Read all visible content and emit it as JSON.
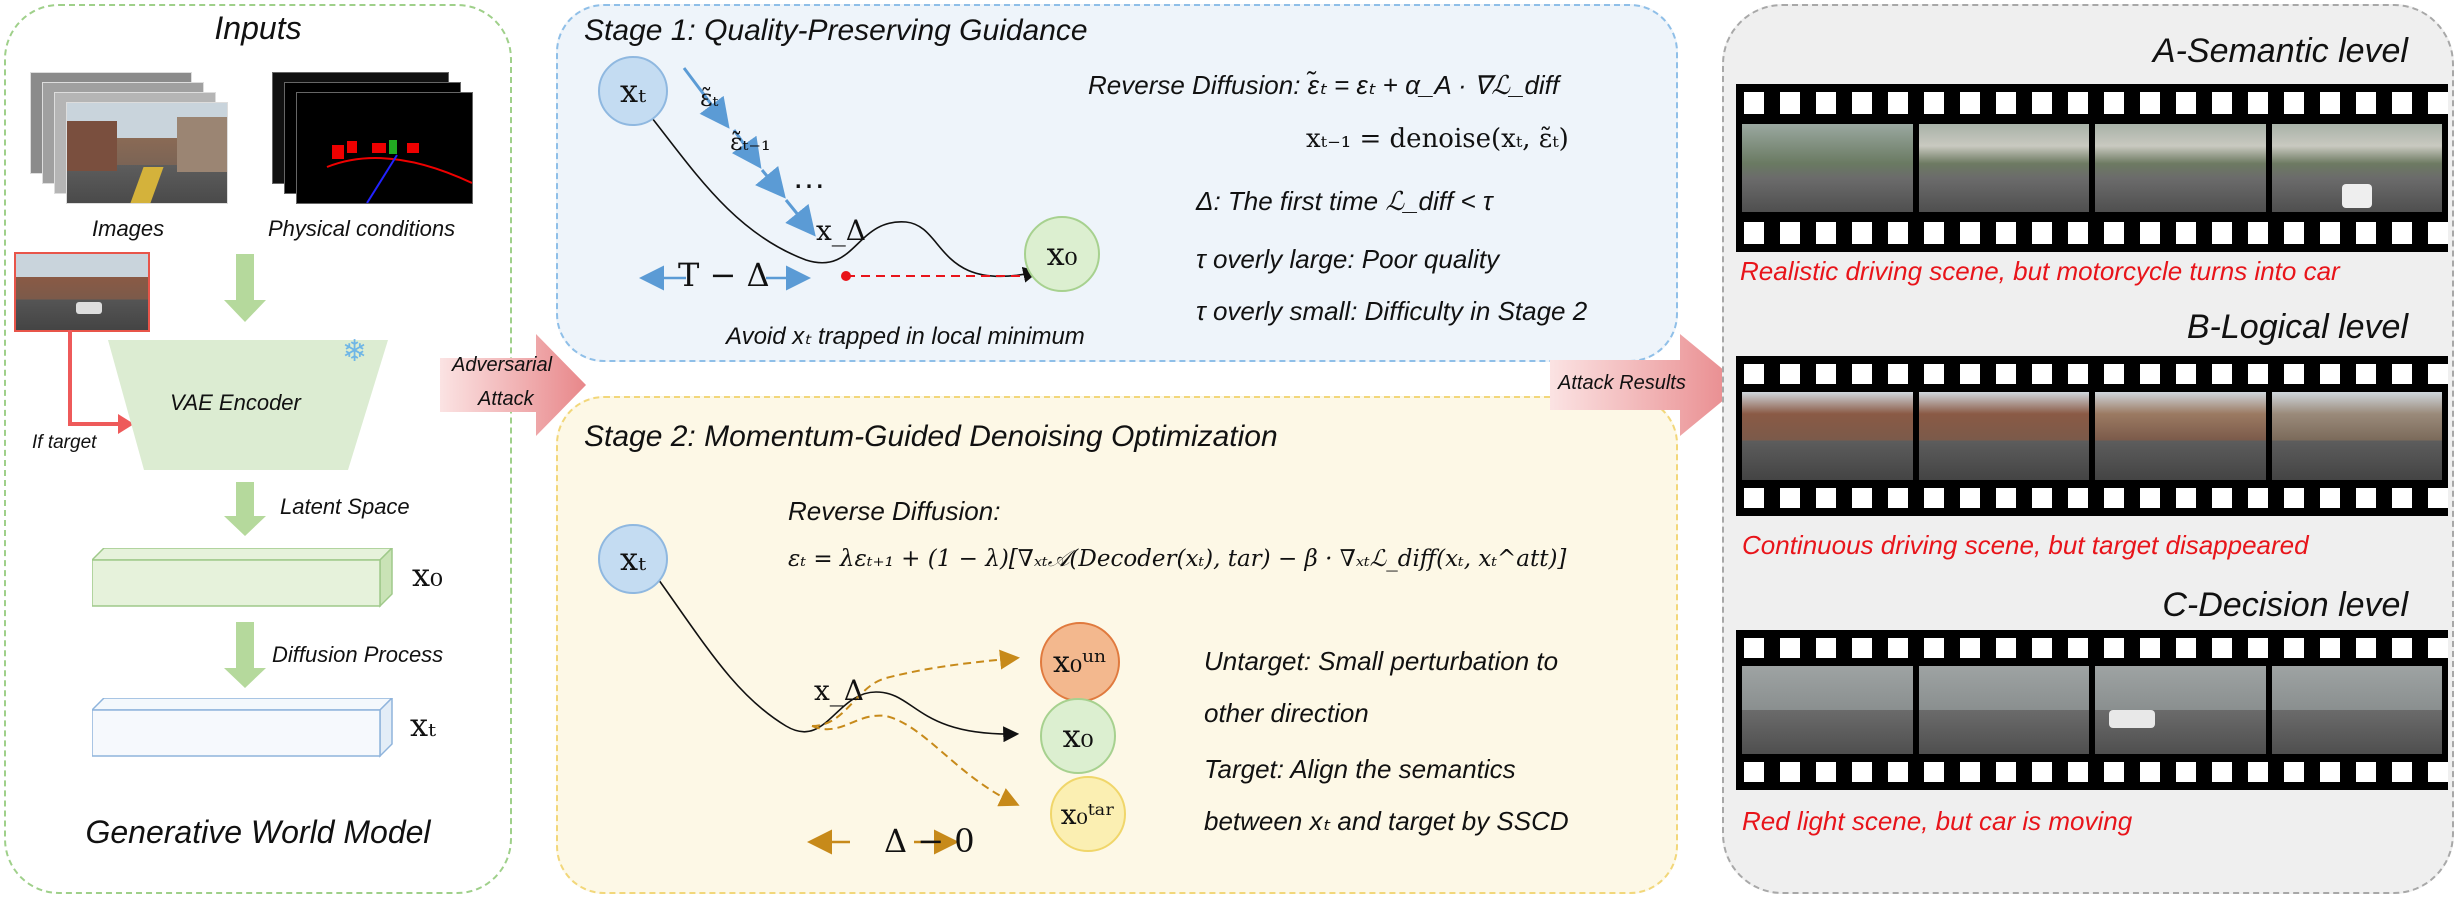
{
  "left": {
    "title": "Inputs",
    "images_label": "Images",
    "physical_label": "Physical conditions",
    "if_target": "If target",
    "vae_label": "VAE Encoder",
    "latent_label": "Latent Space",
    "x0_label": "x₀",
    "diffusion_label": "Diffusion Process",
    "xt_label": "xₜ",
    "footer": "Generative World Model"
  },
  "arrows": {
    "adversarial_line1": "Adversarial",
    "adversarial_line2": "Attack",
    "attack_results": "Attack Results"
  },
  "stage1": {
    "title": "Stage 1: Quality-Preserving Guidance",
    "xT": "xₜ",
    "x0": "x₀",
    "eps_T": "ε̃ₜ",
    "eps_T1": "ε̃ₜ₋₁",
    "dots": "…",
    "x_delta": "x_Δ",
    "t_minus_delta": "T − Δ",
    "avoid_text": "Avoid xₜ trapped in local minimum",
    "eq1": "Reverse Diffusion: ε̃ₜ = εₜ + α_A · ∇ℒ_diff",
    "eq2": "xₜ₋₁ = denoise(xₜ, ε̃ₜ)",
    "line3": "Δ: The first time ℒ_diff < τ",
    "line4": "τ overly large: Poor quality",
    "line5": "τ overly small: Difficulty in Stage 2"
  },
  "stage2": {
    "title": "Stage 2: Momentum-Guided Denoising Optimization",
    "reverse_label": "Reverse Diffusion:",
    "equation": "εₜ = λεₜ₊₁ + (1 − λ)[∇ₓₜ𝒜(Decoder(xₜ), tar) − β · ∇ₓₜℒ_diff(xₜ, xₜ^att)]",
    "xT": "xₜ",
    "x_delta": "x_Δ",
    "x0_un": "x₀ᵘⁿ",
    "x0": "x₀",
    "x0_tar": "x₀ᵗᵃʳ",
    "delta_minus_0": "Δ − 0",
    "untarget1": "Untarget: Small perturbation to",
    "untarget2": "other direction",
    "target1": "Target: Align the semantics",
    "target2": "between xₜ and target by SSCD"
  },
  "results": {
    "a_title": "A-Semantic level",
    "a_caption": "Realistic driving scene, but motorcycle turns into car",
    "b_title": "B-Logical level",
    "b_caption": "Continuous driving scene, but target disappeared",
    "c_title": "C-Decision level",
    "c_caption": "Red light scene, but car is moving"
  },
  "colors": {
    "left_border": "#9fd08a",
    "stage1_bg": "#eef4fa",
    "stage1_border": "#8fbfe8",
    "stage2_bg": "#fdf8e6",
    "stage2_border": "#f2d77a",
    "right_bg": "#efefef",
    "right_border": "#a8a8a8",
    "accent_red": "#e8141a",
    "arrow_pink": "#e89a9a",
    "green_arrow": "#b5d99c",
    "blue_arrow": "#5b9bd5",
    "orange": "#c78a1a"
  }
}
